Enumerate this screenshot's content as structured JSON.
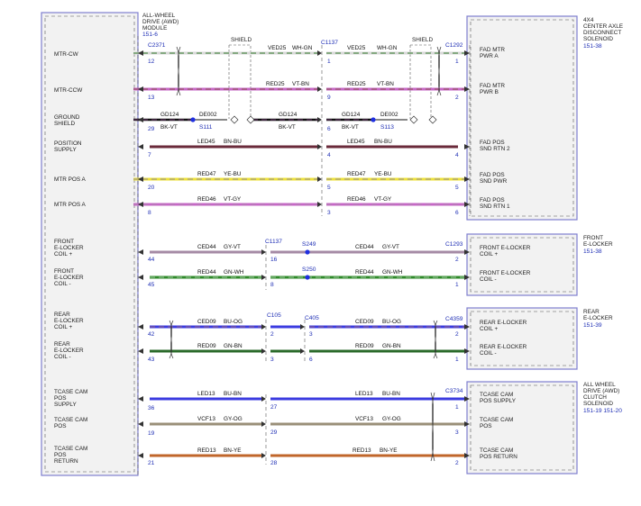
{
  "colors": {
    "frame": "#7e7ecf",
    "box_fill": "#f2f2f2",
    "blue_text": "#1f2fb5",
    "splice_dot": "#1f2fe0",
    "wire_gn": "#2f7a2a",
    "wire_wh": "#d8d8d8",
    "wire_rd": "#c93a3a",
    "wire_vt": "#c667c6",
    "wire_bn": "#7a4a2a",
    "wire_bk": "#111111",
    "wire_ye": "#ece03a",
    "wire_bu": "#3b3be0",
    "wire_og": "#f08a2a",
    "wire_gy": "#999999",
    "wire_dkgn": "#2a6a2a",
    "wire_brn": "#6a2a3a"
  },
  "left_module": {
    "title": [
      "ALL-WHEEL",
      "DRIVE (AWD)",
      "MODULE"
    ],
    "ref": "151-6",
    "connector": "C2371",
    "pins": [
      {
        "label": [
          "MTR-CW"
        ],
        "pin": "12"
      },
      {
        "label": [
          "MTR-CCW"
        ],
        "pin": "13"
      },
      {
        "label": [
          "GROUND",
          "SHIELD"
        ],
        "pin": "29"
      },
      {
        "label": [
          "POSITION",
          "SUPPLY"
        ],
        "pin": "7"
      },
      {
        "label": [
          "MTR POS A"
        ],
        "pin": "20"
      },
      {
        "label": [
          "MTR POS A"
        ],
        "pin": "8"
      },
      {
        "label": [
          "FRONT",
          "E-LOCKER",
          "COIL +"
        ],
        "pin": "44"
      },
      {
        "label": [
          "FRONT",
          "E-LOCKER",
          "COIL -"
        ],
        "pin": "45"
      },
      {
        "label": [
          "REAR",
          "E-LOCKER",
          "COIL +"
        ],
        "pin": "42"
      },
      {
        "label": [
          "REAR",
          "E-LOCKER",
          "COIL -"
        ],
        "pin": "43"
      },
      {
        "label": [
          "TCASE CAM",
          "POS",
          "SUPPLY"
        ],
        "pin": "36"
      },
      {
        "label": [
          "TCASE CAM",
          "POS"
        ],
        "pin": "19"
      },
      {
        "label": [
          "TCASE CAM",
          "POS",
          "RETURN"
        ],
        "pin": "21"
      }
    ]
  },
  "shield_label": "SHIELD",
  "middle_connectors": {
    "c1137_top": "C1137",
    "c1137_mid": "C1137",
    "c105": "C105",
    "c405": "C405",
    "s249": "S249",
    "s250": "S250",
    "s111": "S111",
    "s113": "S113"
  },
  "wires": [
    {
      "circuit": "VED25",
      "color": "WH-GN",
      "circuit2": "VED25",
      "color2": "WH-GN",
      "mid_pin": "1",
      "far_pin": "1"
    },
    {
      "circuit": "RED25",
      "color": "VT-BN",
      "circuit2": "RED25",
      "color2": "VT-BN",
      "mid_pin": "9",
      "far_pin": "2"
    },
    {
      "circuit": "GD124",
      "color": "BK-VT",
      "circuit_b": "DE002",
      "circuit_mid": "GD124",
      "color_mid": "BK-VT",
      "circuit2": "GD124",
      "color2": "BK-VT",
      "circuit2_b": "DE002",
      "mid_pin": "6"
    },
    {
      "circuit": "LED45",
      "color": "BN-BU",
      "circuit2": "LED45",
      "color2": "BN-BU",
      "mid_pin": "4",
      "far_pin": "4"
    },
    {
      "circuit": "RED47",
      "color": "YE-BU",
      "circuit2": "RED47",
      "color2": "YE-BU",
      "mid_pin": "5",
      "far_pin": "5"
    },
    {
      "circuit": "RED46",
      "color": "VT-GY",
      "circuit2": "RED46",
      "color2": "VT-GY",
      "mid_pin": "3",
      "far_pin": "6"
    },
    {
      "circuit": "CED44",
      "color": "GY-VT",
      "circuit2": "CED44",
      "color2": "GY-VT",
      "mid_pin": "16",
      "far_pin": "2"
    },
    {
      "circuit": "RED44",
      "color": "GN-WH",
      "circuit2": "RED44",
      "color2": "GN-WH",
      "mid_pin": "8",
      "far_pin": "1"
    },
    {
      "circuit": "CED09",
      "color": "BU-OG",
      "circuit2": "CED09",
      "color2": "BU-OG",
      "mid_pin": "2",
      "mid_pin2": "3",
      "far_pin": "2"
    },
    {
      "circuit": "RED09",
      "color": "GN-BN",
      "circuit2": "RED09",
      "color2": "GN-BN",
      "mid_pin": "3",
      "mid_pin2": "6",
      "far_pin": "1"
    },
    {
      "circuit": "LED13",
      "color": "BU-BN",
      "circuit2": "LED13",
      "color2": "BU-BN",
      "mid_pin": "27",
      "far_pin": "1"
    },
    {
      "circuit": "VCF13",
      "color": "GY-OG",
      "circuit2": "VCF13",
      "color2": "GY-OG",
      "mid_pin": "29",
      "far_pin": "3"
    },
    {
      "circuit": "RED13",
      "color": "BN-YE",
      "circuit2": "RED13",
      "color2": "BN-YE",
      "mid_pin": "28",
      "far_pin": "2"
    }
  ],
  "right_components": [
    {
      "title": [
        "4X4",
        "CENTER AXLE",
        "DISCONNECT",
        "SOLENOID"
      ],
      "ref": "151-38",
      "connector": "C1292",
      "pins": [
        {
          "label": [
            "FAD MTR",
            "PWR A"
          ]
        },
        {
          "label": [
            "FAD MTR",
            "PWR B"
          ]
        },
        {
          "label": [
            "FAD POS",
            "SND RTN 2"
          ]
        },
        {
          "label": [
            "FAD POS",
            "SND PWR"
          ]
        },
        {
          "label": [
            "FAD POS",
            "SND RTN 1"
          ]
        }
      ]
    },
    {
      "title": [
        "FRONT",
        "E-LOCKER"
      ],
      "ref": "151-38",
      "connector": "C1293",
      "pins": [
        {
          "label": [
            "FRONT E-LOCKER",
            "COIL +"
          ]
        },
        {
          "label": [
            "FRONT E-LOCKER",
            "COIL -"
          ]
        }
      ]
    },
    {
      "title": [
        "REAR",
        "E-LOCKER"
      ],
      "ref": "151-39",
      "connector": "C4359",
      "pins": [
        {
          "label": [
            "REAR E-LOCKER",
            "COIL +"
          ]
        },
        {
          "label": [
            "REAR E-LOCKER",
            "COIL -"
          ]
        }
      ]
    },
    {
      "title": [
        "ALL WHEEL",
        "DRIVE (AWD)",
        "CLUTCH",
        "SOLENOID"
      ],
      "ref": "151-19  151-20",
      "connector": "C3734",
      "pins": [
        {
          "label": [
            "TCASE CAM",
            "POS SUPPLY"
          ]
        },
        {
          "label": [
            "TCASE CAM",
            "POS"
          ]
        },
        {
          "label": [
            "TCASE CAM",
            "POS RETURN"
          ]
        }
      ]
    }
  ]
}
